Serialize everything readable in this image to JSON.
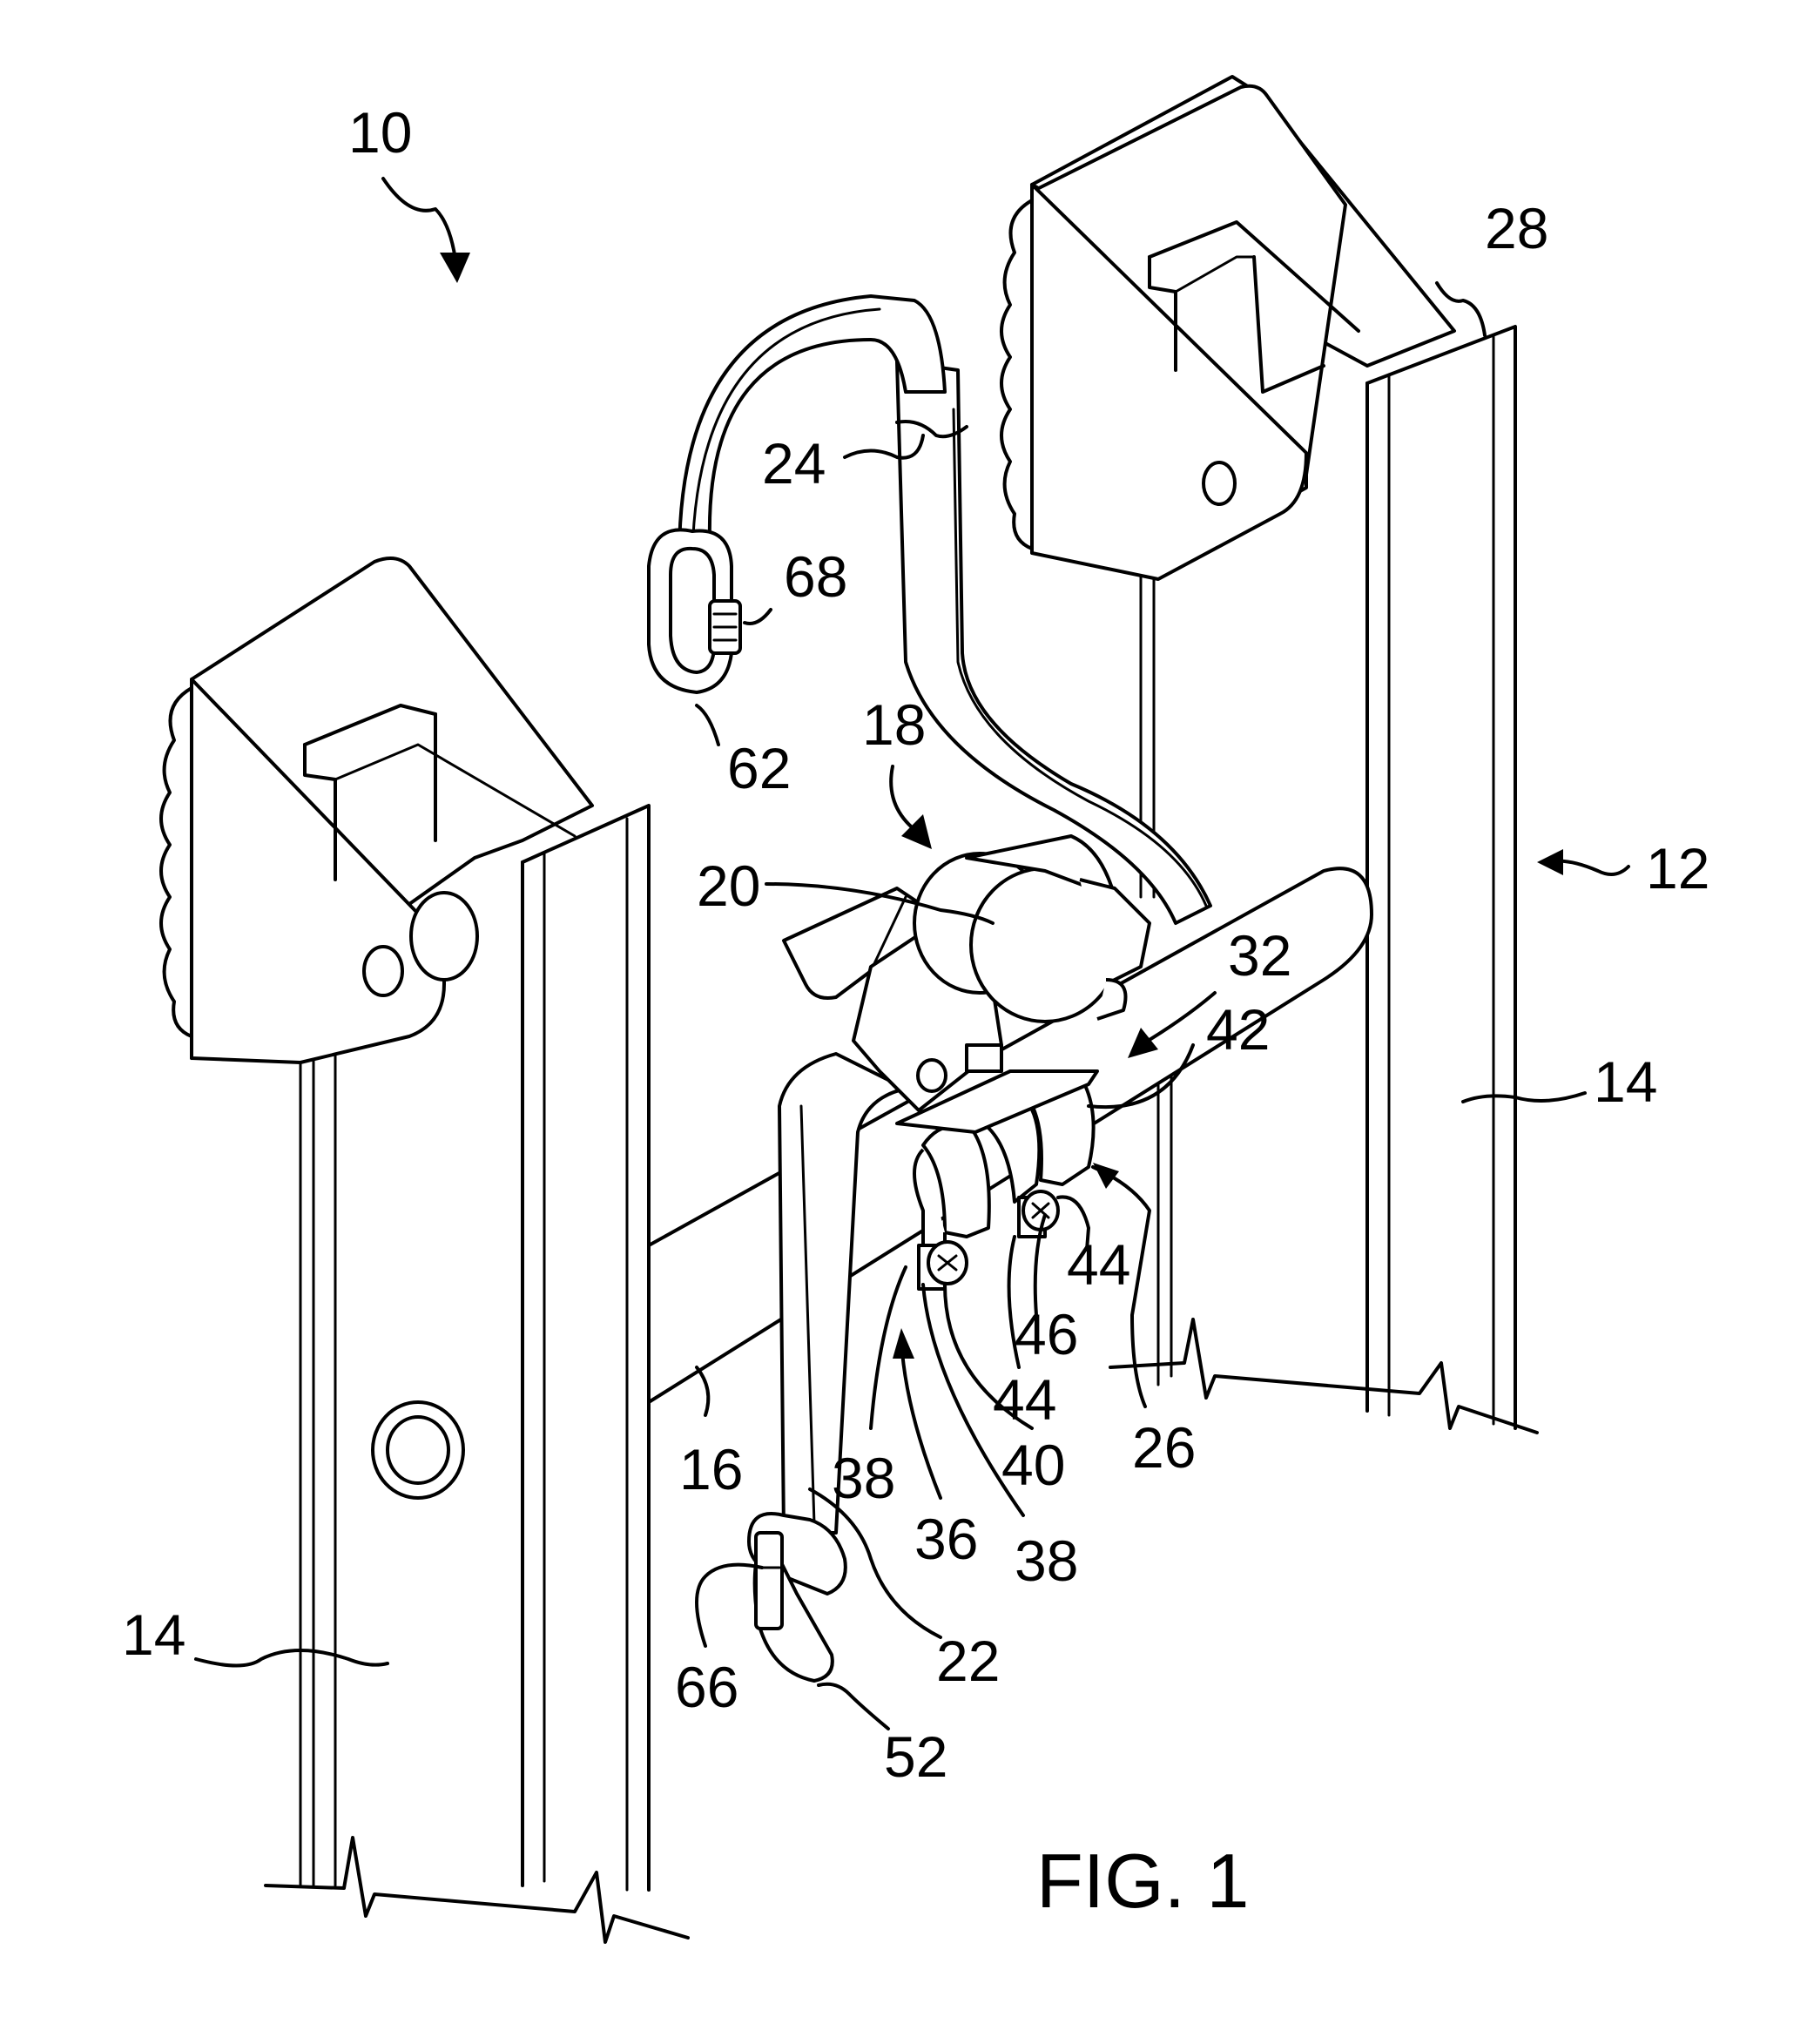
{
  "figure": {
    "caption": "FIG. 1",
    "labels": [
      {
        "id": "ref-10",
        "text": "10"
      },
      {
        "id": "ref-28",
        "text": "28"
      },
      {
        "id": "ref-24",
        "text": "24"
      },
      {
        "id": "ref-68",
        "text": "68"
      },
      {
        "id": "ref-62",
        "text": "62"
      },
      {
        "id": "ref-18",
        "text": "18"
      },
      {
        "id": "ref-12",
        "text": "12"
      },
      {
        "id": "ref-20",
        "text": "20"
      },
      {
        "id": "ref-32",
        "text": "32"
      },
      {
        "id": "ref-42",
        "text": "42"
      },
      {
        "id": "ref-14-right",
        "text": "14"
      },
      {
        "id": "ref-44-upper",
        "text": "44"
      },
      {
        "id": "ref-46",
        "text": "46"
      },
      {
        "id": "ref-44-lower",
        "text": "44"
      },
      {
        "id": "ref-40",
        "text": "40"
      },
      {
        "id": "ref-26",
        "text": "26"
      },
      {
        "id": "ref-38-left",
        "text": "38"
      },
      {
        "id": "ref-16",
        "text": "16"
      },
      {
        "id": "ref-36",
        "text": "36"
      },
      {
        "id": "ref-38-right",
        "text": "38"
      },
      {
        "id": "ref-14-left",
        "text": "14"
      },
      {
        "id": "ref-22",
        "text": "22"
      },
      {
        "id": "ref-66",
        "text": "66"
      },
      {
        "id": "ref-52",
        "text": "52"
      }
    ]
  }
}
